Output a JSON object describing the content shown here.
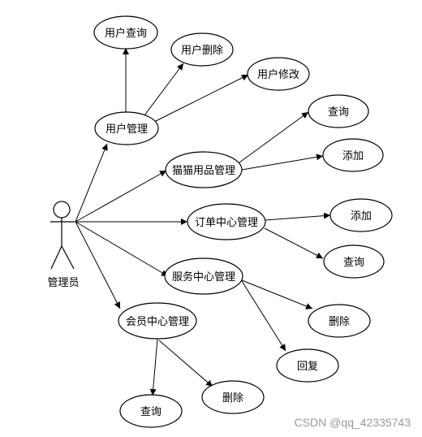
{
  "actor": {
    "label": "管理员"
  },
  "use_cases": {
    "user_mgmt": "用户管理",
    "user_query": "用户查询",
    "user_delete": "用户删除",
    "user_modify": "用户修改",
    "cat_mgmt": "猫猫用品管理",
    "cat_query": "查询",
    "cat_add": "添加",
    "order_mgmt": "订单中心管理",
    "order_add": "添加",
    "order_query": "查询",
    "service_mgmt": "服务中心管理",
    "service_delete": "删除",
    "service_reply": "回复",
    "member_mgmt": "会员中心管理",
    "member_query": "查询",
    "member_delete": "删除"
  },
  "watermark": "CSDN @qq_42335743"
}
